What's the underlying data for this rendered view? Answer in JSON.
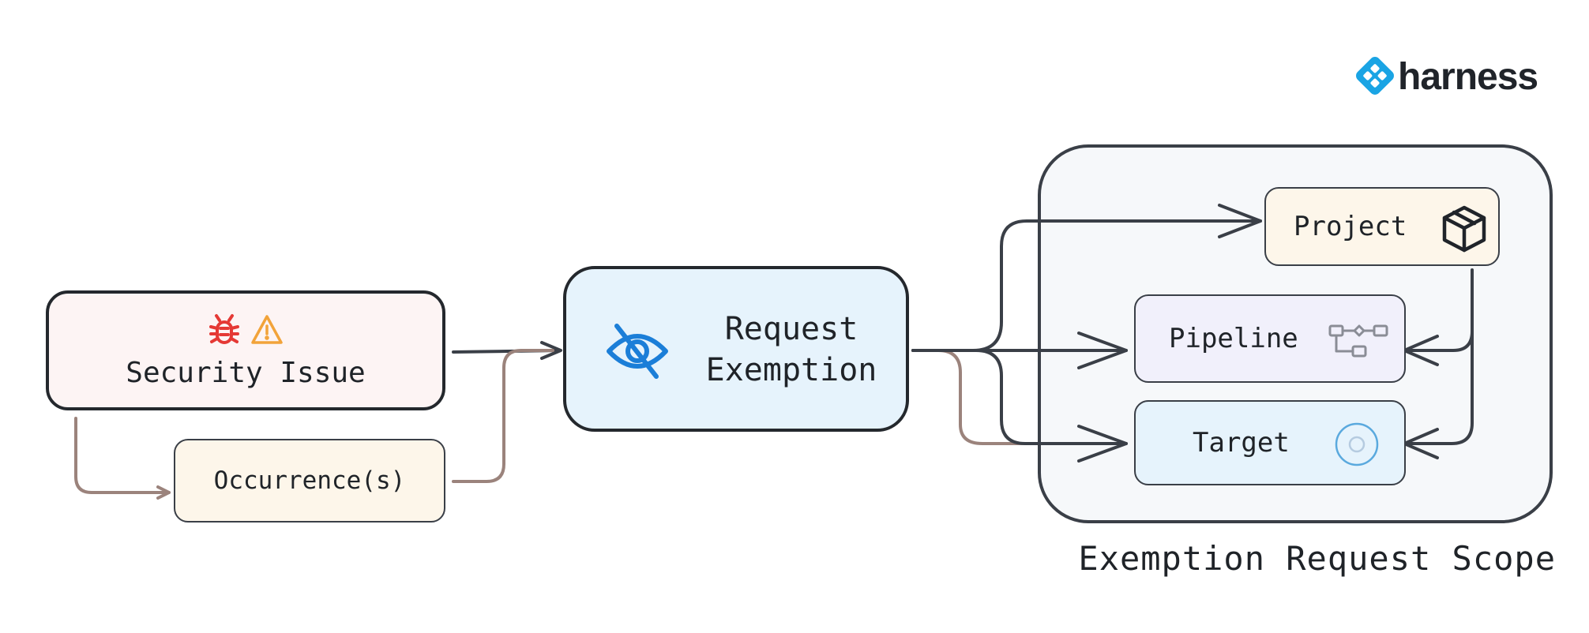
{
  "brand": {
    "name": "harness",
    "accent": "#1aa4e4"
  },
  "nodes": {
    "security_issue": {
      "label": "Security Issue",
      "icons": [
        "bug-icon",
        "warning-icon"
      ]
    },
    "occurrences": {
      "label": "Occurrence(s)"
    },
    "request_exemption": {
      "label_line1": "Request",
      "label_line2": "Exemption",
      "icon": "eye-slash-icon"
    },
    "project": {
      "label": "Project",
      "icon": "box-icon"
    },
    "pipeline": {
      "label": "Pipeline",
      "icon": "pipeline-icon"
    },
    "target": {
      "label": "Target",
      "icon": "target-icon"
    }
  },
  "scope": {
    "title": "Exemption Request Scope"
  },
  "colors": {
    "edge_dark": "#3a3f47",
    "edge_brown": "#9b837c",
    "security_fill": "#fdf4f4",
    "occurrence_fill": "#fdf6ea",
    "request_fill": "#e6f3fc",
    "project_fill": "#fdf6ea",
    "pipeline_fill": "#f1f0fb",
    "target_fill": "#e6f3fc",
    "scope_fill": "#f6f8fa"
  }
}
